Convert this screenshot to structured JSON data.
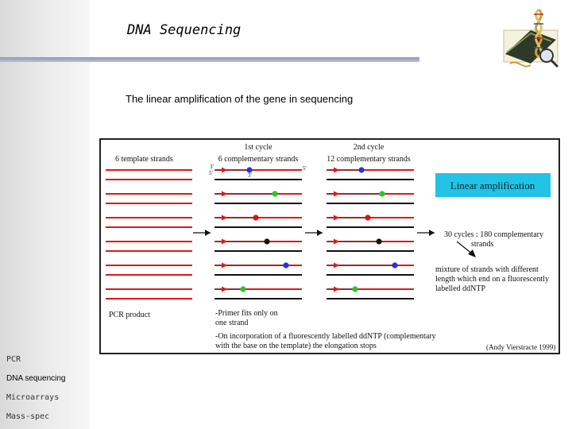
{
  "slide": {
    "title": "DNA Sequencing",
    "subtitle": "The linear amplification of the gene in sequencing"
  },
  "nav": {
    "items": [
      "PCR",
      "DNA sequencing",
      "Microarrays",
      "Mass-spec"
    ],
    "active": "DNA sequencing"
  },
  "diagram": {
    "col1_header": "6 template strands",
    "col2_header": [
      "1st cycle",
      "6 complementary strands"
    ],
    "col3_header": [
      "2nd cycle",
      "12 complementary strands"
    ],
    "end_label_3prime": "3'",
    "end_label_5prime": "5'",
    "banner": "Linear amplification",
    "cycles_note": [
      "30 cycles : 180 complementary",
      "strands"
    ],
    "mixture_note": [
      "mixture of strands with different",
      "length which end on a fluorescently",
      "labelled ddNTP"
    ],
    "pcr_product": "PCR product",
    "primer_note": [
      "-Primer fits only on",
      "one strand"
    ],
    "incorporation_note": [
      "-On incorporation of a fluorescently labelled ddNTP (complementary",
      "with the base on the template) the elongation stops"
    ],
    "credit": "(Andy Vierstracte 1999)",
    "colors": {
      "strand": "#e01818",
      "complement": "#111111",
      "banner_bg": "#22c3e4",
      "ddntp_blue": "#2233dd",
      "ddntp_green": "#22cc22",
      "ddntp_red": "#dd1111",
      "ddntp_black": "#111111"
    },
    "terminator_sequence": [
      "blue",
      "green",
      "red",
      "black",
      "blue",
      "green"
    ]
  }
}
